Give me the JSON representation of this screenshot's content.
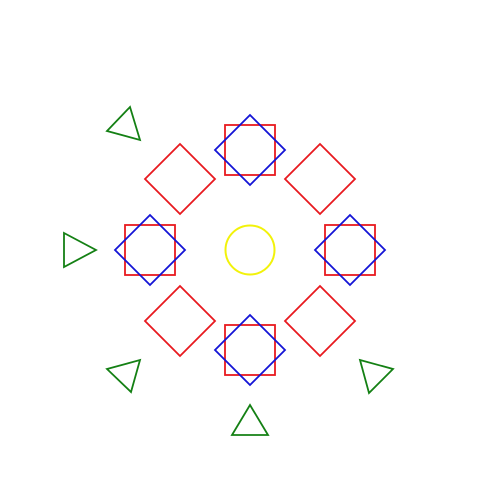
{
  "colors": {
    "background": "#ffffff",
    "square": "#e8191f",
    "diamond": "#1414d6",
    "triangle": "#148014",
    "circle": "#f2f20a"
  },
  "shapes": {
    "center_circle": {
      "type": "circle",
      "color": "yellow"
    },
    "square_diamond_pairs": [
      {
        "id": "top",
        "type": "square-with-diamond"
      },
      {
        "id": "left",
        "type": "square-with-diamond"
      },
      {
        "id": "right",
        "type": "square-with-diamond"
      },
      {
        "id": "bottom",
        "type": "square-with-diamond"
      }
    ],
    "diagonal_diamonds": [
      {
        "id": "top-left",
        "type": "diamond"
      },
      {
        "id": "top-right",
        "type": "diamond"
      },
      {
        "id": "bottom-left",
        "type": "diamond"
      },
      {
        "id": "bottom-right",
        "type": "diamond"
      }
    ],
    "triangles": [
      {
        "id": "upper-left",
        "direction": "up-right"
      },
      {
        "id": "left",
        "direction": "right"
      },
      {
        "id": "lower-left",
        "direction": "up-right"
      },
      {
        "id": "bottom",
        "direction": "up"
      },
      {
        "id": "lower-right",
        "direction": "up-left"
      }
    ]
  }
}
